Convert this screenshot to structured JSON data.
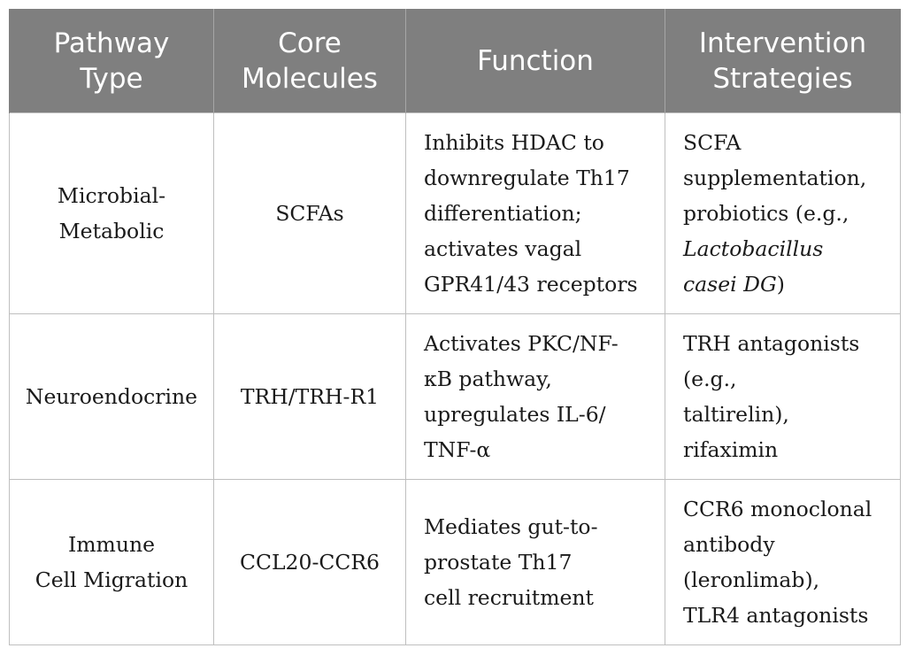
{
  "table": {
    "headers": [
      [
        "Pathway",
        "Type"
      ],
      [
        "Core",
        "Molecules"
      ],
      [
        "Function"
      ],
      [
        "Intervention",
        "Strategies"
      ]
    ],
    "rows": [
      {
        "pathway_type": [
          "Microbial-",
          "Metabolic"
        ],
        "core_molecules": "SCFAs",
        "function": [
          "Inhibits HDAC to",
          "downregulate Th17",
          "differentiation;",
          "activates vagal",
          "GPR41/43 receptors"
        ],
        "intervention": {
          "lines": [
            "SCFA",
            "supplementation,",
            "probiotics (e.g.,"
          ],
          "italic_lines": [
            "Lactobacillus",
            "casei DG"
          ],
          "tail": ")"
        }
      },
      {
        "pathway_type": [
          "Neuroendocrine"
        ],
        "core_molecules": "TRH/TRH-R1",
        "function": [
          "Activates PKC/NF-",
          "κB pathway,",
          "upregulates IL-6/",
          "TNF-α"
        ],
        "intervention": [
          "TRH antagonists",
          "(e.g.,",
          "taltirelin),",
          "rifaximin"
        ]
      },
      {
        "pathway_type": [
          "Immune",
          "Cell Migration"
        ],
        "core_molecules": "CCL20-CCR6",
        "function": [
          "Mediates gut-to-",
          "prostate Th17",
          "cell recruitment"
        ],
        "intervention": [
          "CCR6 monoclonal",
          "antibody",
          "(leronlimab),",
          "TLR4 antagonists"
        ]
      }
    ]
  }
}
